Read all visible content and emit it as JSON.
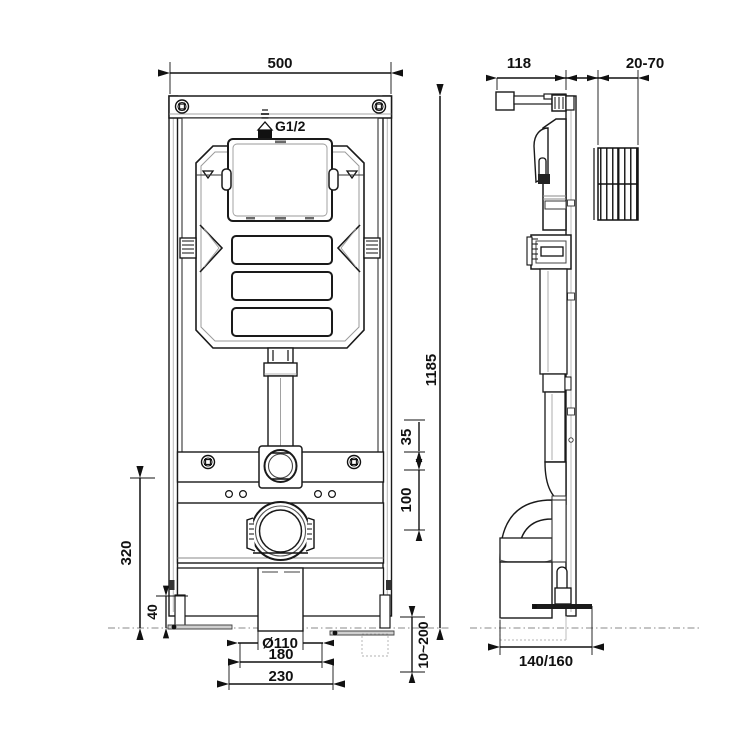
{
  "drawing": {
    "type": "engineering-dimension-drawing",
    "subject": "Wall-hung toilet concealed cistern support frame",
    "units": "mm",
    "background_color": "#ffffff",
    "line_color": "#1a1a1a",
    "thin_line_color": "#555555",
    "centerline_color": "#888888",
    "views": [
      {
        "id": "front",
        "name": "Front elevation"
      },
      {
        "id": "side",
        "name": "Side elevation"
      }
    ]
  },
  "dimensions": {
    "front_width": "500",
    "total_height": "1185",
    "upper_offset": "35",
    "lower_offset": "100",
    "floor_to_outlet": "320",
    "foot_height": "40",
    "outlet_diameter": "Ø110",
    "bolt_spacing_inner": "180",
    "bolt_spacing_outer": "230",
    "side_depth": "118",
    "wall_adjust": "20-70",
    "floor_adjust": "10~200",
    "base_depth": "140/160"
  },
  "labels": {
    "water_inlet": "G1/2"
  },
  "annotations": {
    "water_level_marker": "water-level-triangle",
    "inlet_symbol": "threaded-inlet-connector"
  }
}
